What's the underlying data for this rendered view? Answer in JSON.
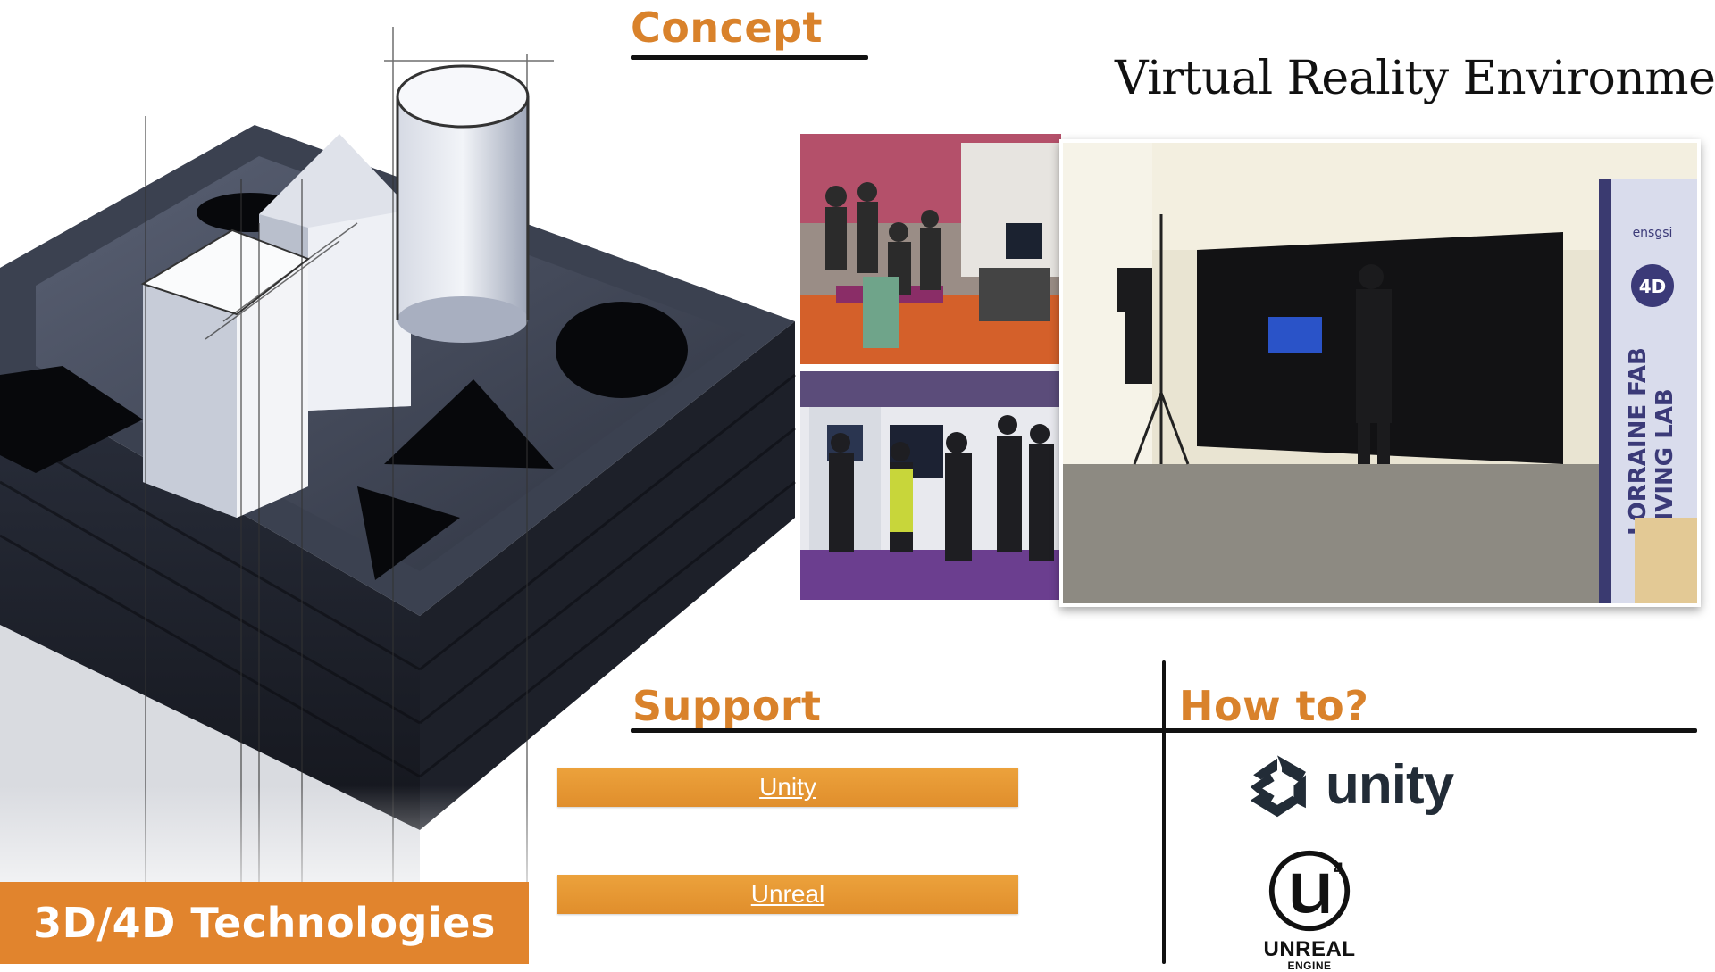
{
  "concept": {
    "heading": "Concept"
  },
  "vr": {
    "title": "Virtual Reality Environment"
  },
  "photos": {
    "banner_brand": "ensgsi",
    "banner_title_line1": "LORRAINE FAB",
    "banner_title_line2": "LIVING LAB",
    "banner_badge": "4D"
  },
  "support": {
    "heading": "Support",
    "buttons": [
      {
        "label": "Unity"
      },
      {
        "label": "Unreal"
      }
    ]
  },
  "howto": {
    "heading": "How to?",
    "logos": {
      "unity_text": "unity",
      "unreal_text": "UNREAL",
      "unreal_sub": "ENGINE",
      "unreal_badge": "4"
    }
  },
  "footer": {
    "label": "3D/4D Technologies"
  },
  "colors": {
    "accent": "#d9822b",
    "footer_bg": "#e1842d",
    "button_bg": "#e8982f",
    "unity_dark": "#222c37"
  }
}
